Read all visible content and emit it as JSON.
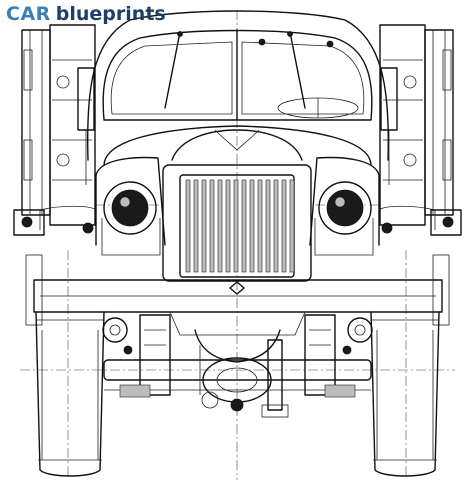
{
  "logo": {
    "brand": "CAR",
    "product": "blueprints",
    "brand_color": "#3d7fb5",
    "product_color": "#1d3f66"
  },
  "image": {
    "subject": "truck-front-view-blueprint"
  }
}
